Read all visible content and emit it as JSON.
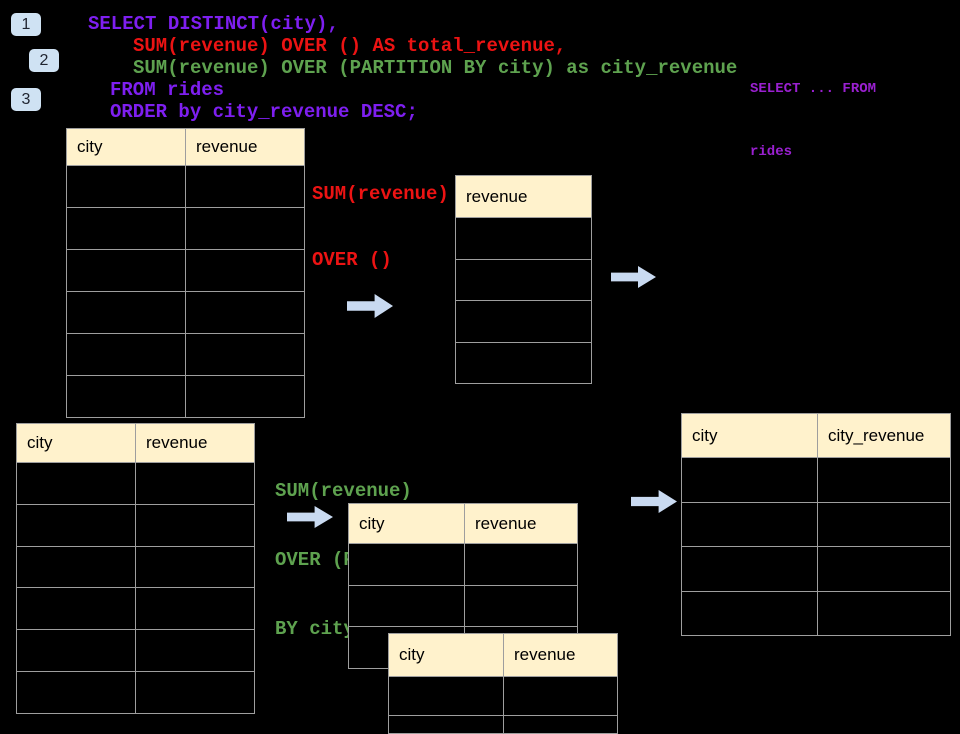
{
  "colors": {
    "background": "#000000",
    "code_purple": "#7E1FF0",
    "code_red": "#EC1313",
    "code_green": "#5EA24F",
    "note_purple": "#9A20D0",
    "table_header_bg": "#FFF2CC",
    "table_border": "#9E9E9E",
    "arrow_blue": "#C9DAF1",
    "badge_blue": "#CFE2F3"
  },
  "badges": [
    {
      "label": "1"
    },
    {
      "label": "2"
    },
    {
      "label": "3"
    }
  ],
  "sql": {
    "line1": "SELECT DISTINCT(city),",
    "line2": "SUM(revenue) OVER () AS total_revenue,",
    "line3": "SUM(revenue) OVER (PARTITION BY city) as city_revenue",
    "line4": "FROM rides",
    "line5": "ORDER by city_revenue DESC;"
  },
  "note": {
    "line1": "SELECT ... FROM",
    "line2": "rides"
  },
  "annotation_total": {
    "line1": "SUM(revenue)",
    "line2": "OVER ()"
  },
  "annotation_partition": {
    "line1": "SUM(revenue)",
    "line2": "OVER (PARTITION",
    "line3": "BY city)"
  },
  "tables": {
    "source_top": {
      "headers": [
        "city",
        "revenue"
      ],
      "data_rows": 6
    },
    "total_result": {
      "headers": [
        "revenue"
      ],
      "data_rows": 4
    },
    "source_bottom": {
      "headers": [
        "city",
        "revenue"
      ],
      "data_rows": 6
    },
    "partition_mid": {
      "headers": [
        "city",
        "revenue"
      ],
      "data_rows": 3
    },
    "partition_overlay": {
      "headers": [
        "city",
        "revenue"
      ],
      "data_rows": 2
    },
    "partition_result": {
      "headers": [
        "city",
        "city_revenue"
      ],
      "data_rows": 4
    }
  }
}
